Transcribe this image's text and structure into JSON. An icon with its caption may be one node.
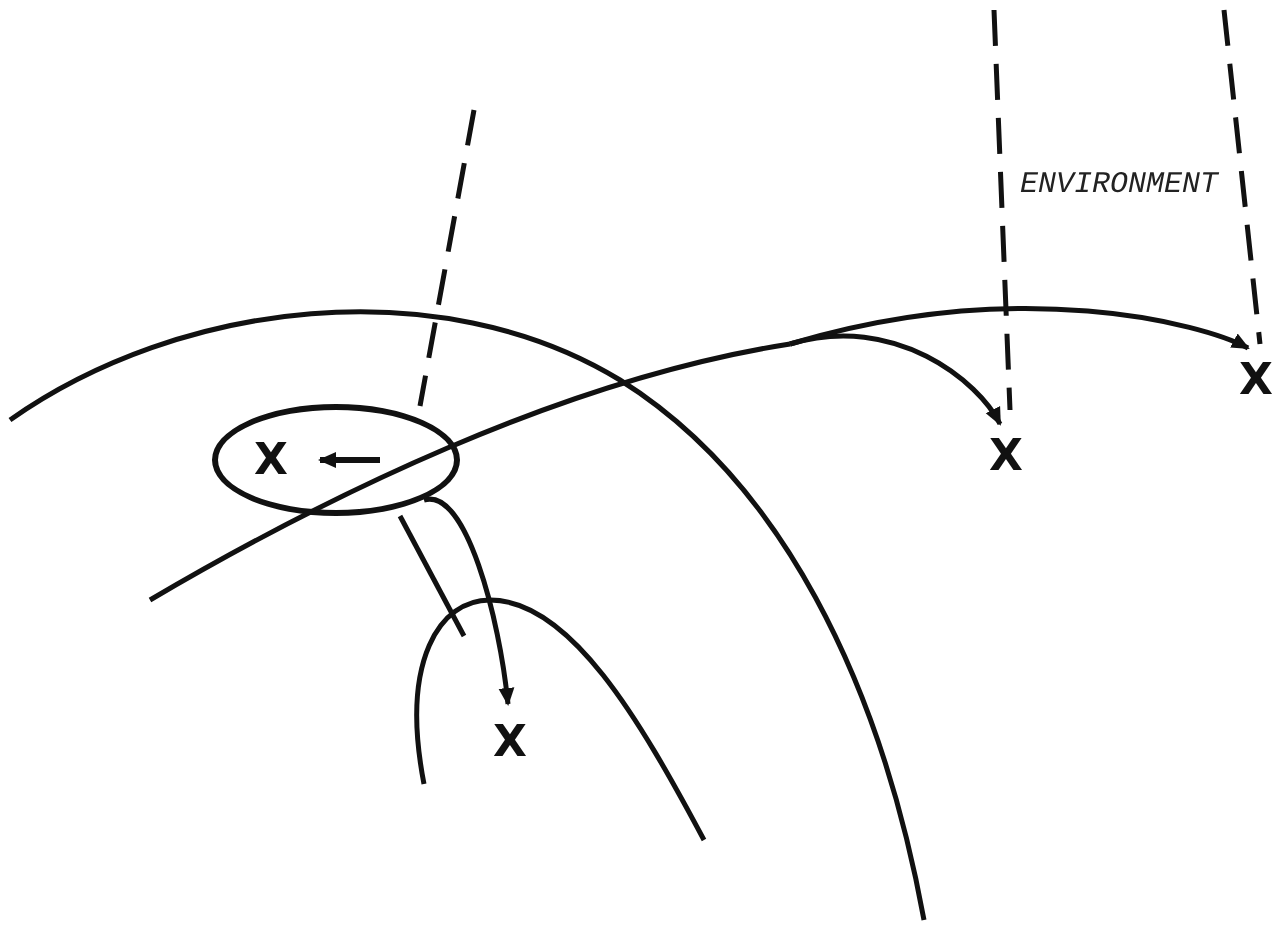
{
  "diagram": {
    "nodes": [
      {
        "text": [
          "X"
        ]
      },
      {
        "text": [
          "X"
        ]
      },
      {
        "text": [
          "X"
        ]
      },
      {
        "text": [
          "X"
        ]
      }
    ],
    "edges": [
      {
        "from": 0,
        "to": 1,
        "arrow": "to"
      },
      {
        "from": null,
        "to": 2,
        "arrow": "to"
      },
      {
        "from": null,
        "to": 3,
        "arrow": "to"
      }
    ],
    "labels": [
      "ENVIRONMENT"
    ]
  }
}
